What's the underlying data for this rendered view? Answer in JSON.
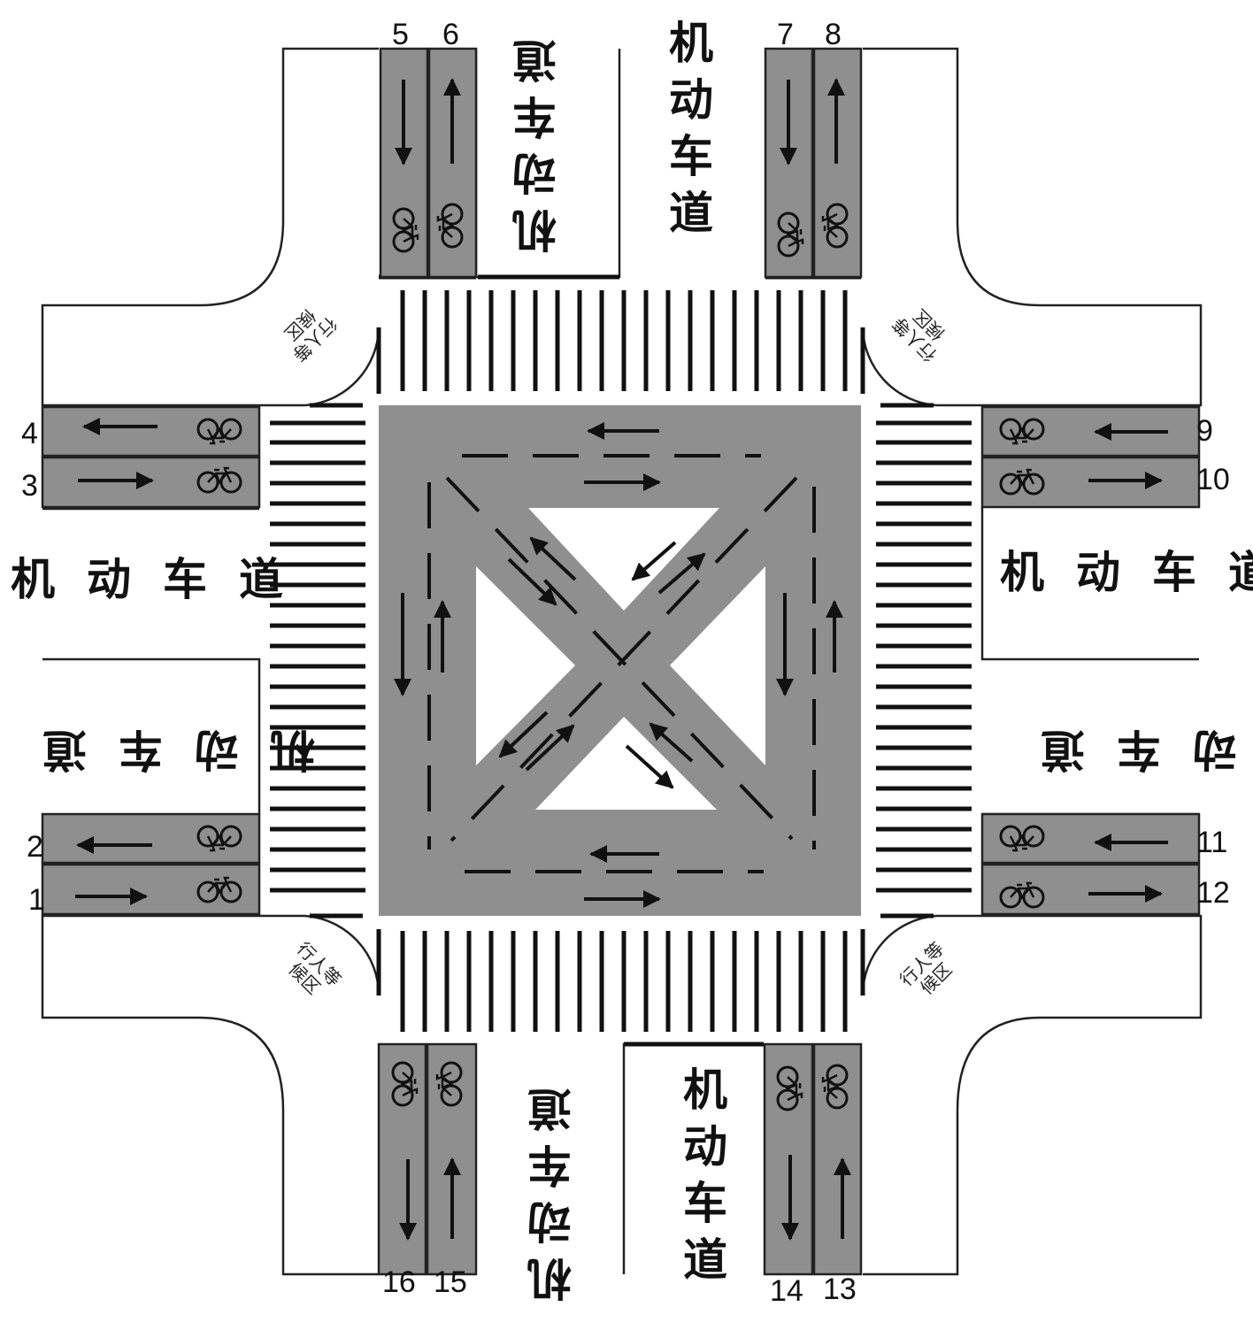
{
  "diagram": {
    "type": "intersection-layout",
    "colors": {
      "lane_fill": "#8f8f8f",
      "line": "#111111",
      "background": "#ffffff"
    },
    "motor_lane_label": "机动车道",
    "pedestrian_waiting_area_label": "行人等候区",
    "lane_numbers": {
      "n1": "1",
      "n2": "2",
      "n3": "3",
      "n4": "4",
      "n5": "5",
      "n6": "6",
      "n7": "7",
      "n8": "8",
      "n9": "9",
      "n10": "10",
      "n11": "11",
      "n12": "12",
      "n13": "13",
      "n14": "14",
      "n15": "15",
      "n16": "16"
    },
    "bike_lanes": [
      {
        "id": "1",
        "side": "west",
        "direction": "east"
      },
      {
        "id": "2",
        "side": "west",
        "direction": "west"
      },
      {
        "id": "3",
        "side": "west",
        "direction": "east"
      },
      {
        "id": "4",
        "side": "west",
        "direction": "west"
      },
      {
        "id": "5",
        "side": "north",
        "direction": "south"
      },
      {
        "id": "6",
        "side": "north",
        "direction": "north"
      },
      {
        "id": "7",
        "side": "north",
        "direction": "south"
      },
      {
        "id": "8",
        "side": "north",
        "direction": "north"
      },
      {
        "id": "9",
        "side": "east",
        "direction": "west"
      },
      {
        "id": "10",
        "side": "east",
        "direction": "east"
      },
      {
        "id": "11",
        "side": "east",
        "direction": "west"
      },
      {
        "id": "12",
        "side": "east",
        "direction": "east"
      },
      {
        "id": "13",
        "side": "south",
        "direction": "north"
      },
      {
        "id": "14",
        "side": "south",
        "direction": "south"
      },
      {
        "id": "15",
        "side": "south",
        "direction": "north"
      },
      {
        "id": "16",
        "side": "south",
        "direction": "south"
      }
    ],
    "icons": [
      "bicycle-icon",
      "arrow-icon",
      "crosswalk-stripes",
      "pedestrian-waiting-area"
    ]
  }
}
